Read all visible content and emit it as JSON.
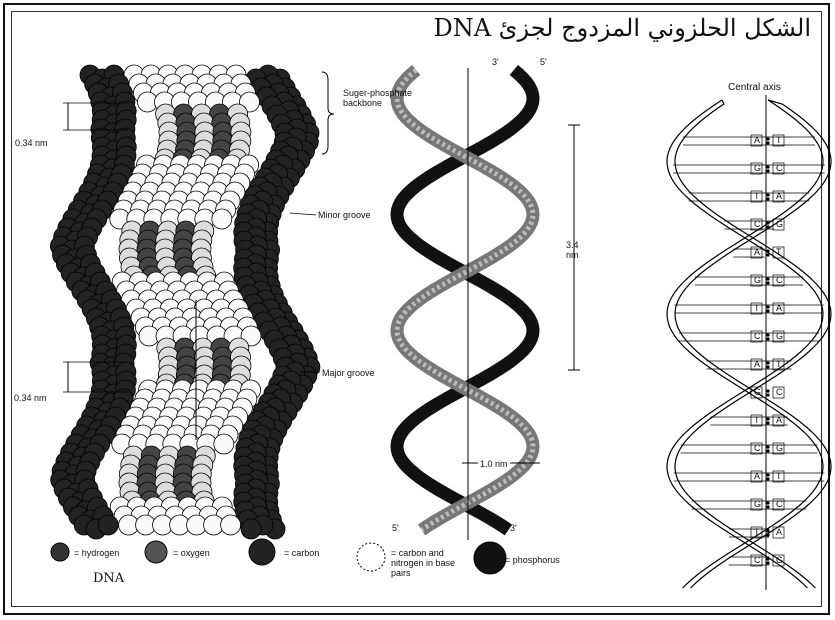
{
  "title": "الشكل الحلزوني المزدوج لجزئ DNA",
  "spacefill": {
    "backbone_label": "Suger-phosphate backbone",
    "minor_groove": "Minor groove",
    "major_groove": "Major groove",
    "nm_top": "0.34 nm",
    "nm_bottom": "0.34 nm",
    "caption": "DNA"
  },
  "ribbon": {
    "top_left": "3'",
    "top_right": "5'",
    "bottom_left": "5'",
    "bottom_right": "3'",
    "pitch": "3.4 nm",
    "width": "1.0 nm"
  },
  "ladder": {
    "axis_label": "Central axis",
    "pairs": [
      {
        "l": "A",
        "r": "T"
      },
      {
        "l": "G",
        "r": "C"
      },
      {
        "l": "T",
        "r": "A"
      },
      {
        "l": "C",
        "r": "G"
      },
      {
        "l": "A",
        "r": "T"
      },
      {
        "l": "G",
        "r": "C"
      },
      {
        "l": "T",
        "r": "A"
      },
      {
        "l": "C",
        "r": "G"
      },
      {
        "l": "A",
        "r": "T"
      },
      {
        "l": "G",
        "r": "C"
      },
      {
        "l": "T",
        "r": "A"
      },
      {
        "l": "C",
        "r": "G"
      },
      {
        "l": "A",
        "r": "T"
      },
      {
        "l": "G",
        "r": "C"
      },
      {
        "l": "T",
        "r": "A"
      },
      {
        "l": "C",
        "r": "G"
      }
    ]
  },
  "legend": {
    "hydrogen": "= hydrogen",
    "oxygen": "= oxygen",
    "carbon": "= carbon",
    "cn": "= carbon and nitrogen in base pairs",
    "phosphorus": "= phosphorus"
  }
}
